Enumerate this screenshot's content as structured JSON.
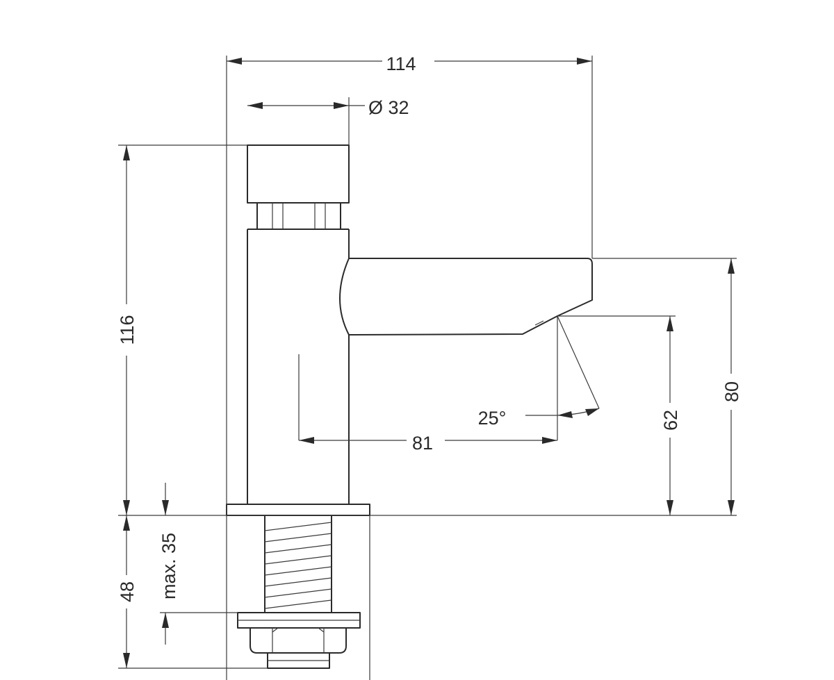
{
  "drawing": {
    "labels": {
      "overall_width": "114",
      "button_diameter": "Ø 32",
      "total_height": "116",
      "spout_reach": "81",
      "spray_angle": "25°",
      "outlet_height": "62",
      "spout_top_height": "80",
      "shank_length": "48",
      "max_counter_thickness": "max. 35"
    },
    "colors": {
      "line": "#2a2a2a",
      "background": "#ffffff"
    }
  }
}
